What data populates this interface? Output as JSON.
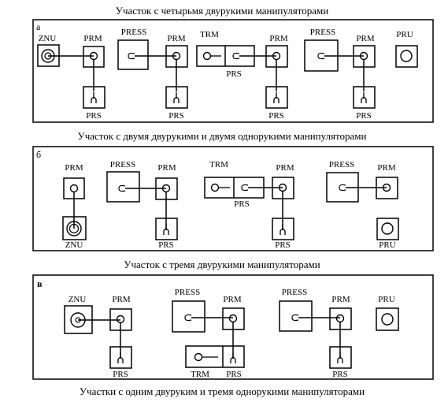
{
  "captions": {
    "a": "Участок с четырьмя двурукими манипуляторами",
    "b": "Участок с двумя двурукими и двумя однорукими манипуляторами",
    "c": "Участок с тремя двурукими манипуляторами",
    "d": "Участки с одним двуруким и тремя однорукими манипуляторами"
  },
  "panel_letters": {
    "a": "а",
    "b": "б",
    "c": "в"
  },
  "labels": {
    "znu": "ZNU",
    "prm": "PRM",
    "press": "PRESS",
    "trm": "TRM",
    "prs": "PRS",
    "pru": "PRU"
  }
}
